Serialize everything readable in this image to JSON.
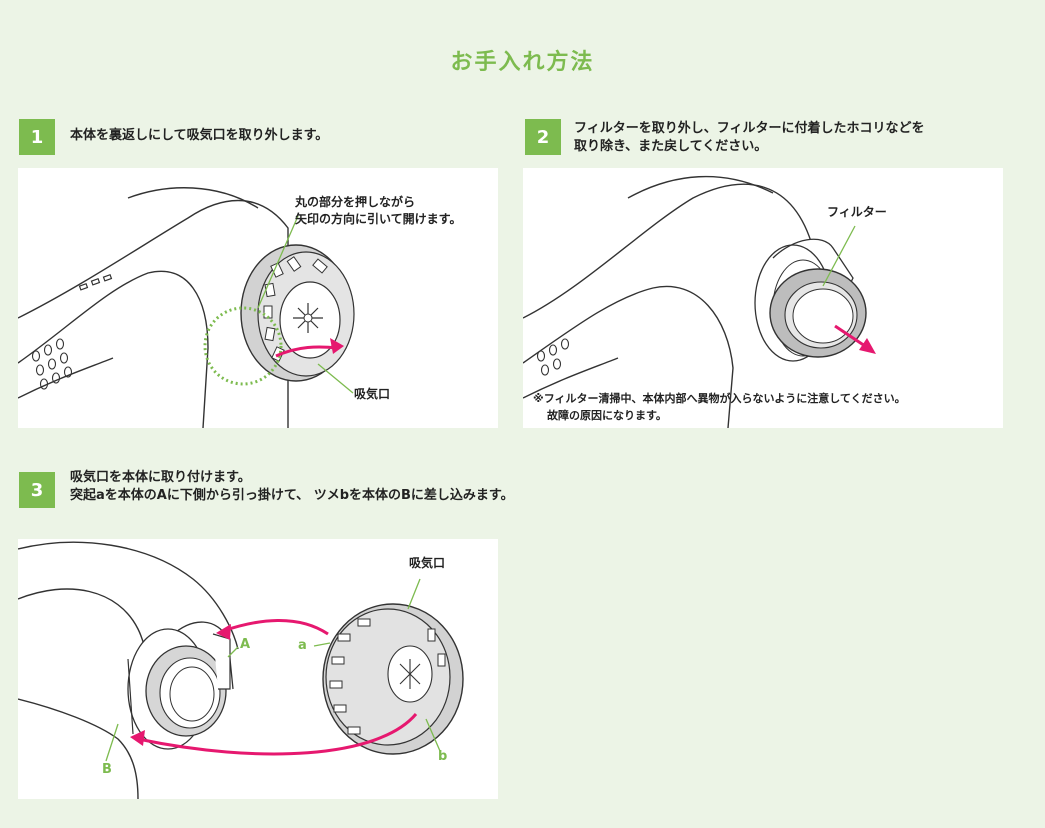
{
  "title": "お手入れ方法",
  "steps": [
    {
      "num": "1",
      "lines": [
        "本体を裏返しにして吸気口を取り外します。"
      ]
    },
    {
      "num": "2",
      "lines": [
        "フィルターを取り外し、フィルターに付着したホコリなどを",
        "取り除き、また戻してください。"
      ]
    },
    {
      "num": "3",
      "lines": [
        "吸気口を本体に取り付けます。",
        "突起aを本体のAに下側から引っ掛けて、 ツメbを本体のBに差し込みます。"
      ]
    }
  ],
  "panel1": {
    "callout_lines": [
      "丸の部分を押しながら",
      "矢印の方向に引いて開けます。"
    ],
    "part_label": "吸気口"
  },
  "panel2": {
    "part_label": "フィルター",
    "note_lines": [
      "※フィルター清掃中、本体内部へ異物が入らないように注意してください。",
      "故障の原因になります。"
    ]
  },
  "panel3": {
    "part_label": "吸気口",
    "label_A": "A",
    "label_a": "a",
    "label_B": "B",
    "label_b": "b"
  },
  "colors": {
    "accent": "#7dbb4f",
    "arrow": "#e6186f",
    "background": "#ecf4e6"
  }
}
